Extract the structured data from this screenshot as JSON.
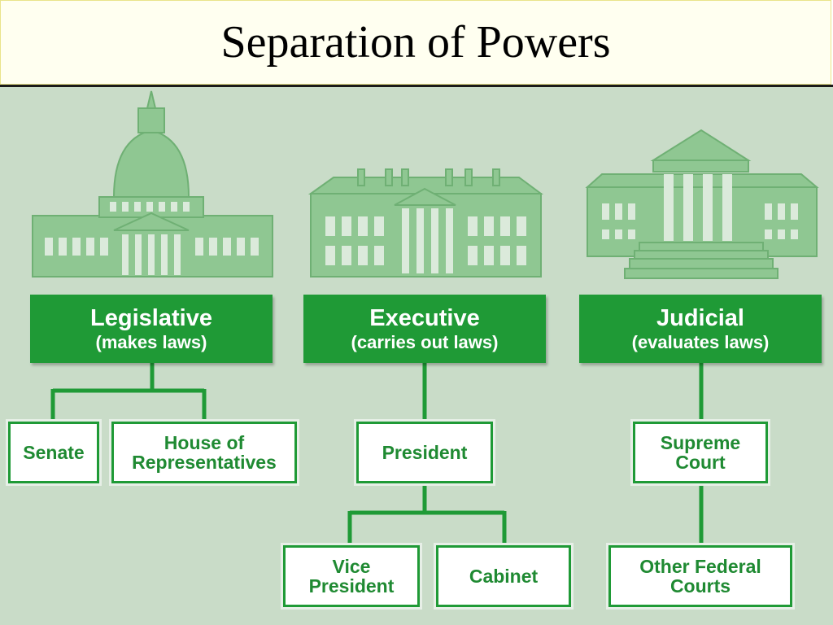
{
  "title": "Separation of Powers",
  "colors": {
    "green": "#1f9a36",
    "panel": "#c9dcc8",
    "building": "#8fc792"
  },
  "branches": [
    {
      "name": "Legislative",
      "role": "(makes laws)"
    },
    {
      "name": "Executive",
      "role": "(carries out laws)"
    },
    {
      "name": "Judicial",
      "role": "(evaluates laws)"
    }
  ],
  "legislative": {
    "senate": "Senate",
    "house": "House of Representatives"
  },
  "executive": {
    "president": "President",
    "vice_president": "Vice President",
    "cabinet": "Cabinet"
  },
  "judicial": {
    "supreme_court": "Supreme Court",
    "other_courts": "Other Federal Courts"
  }
}
